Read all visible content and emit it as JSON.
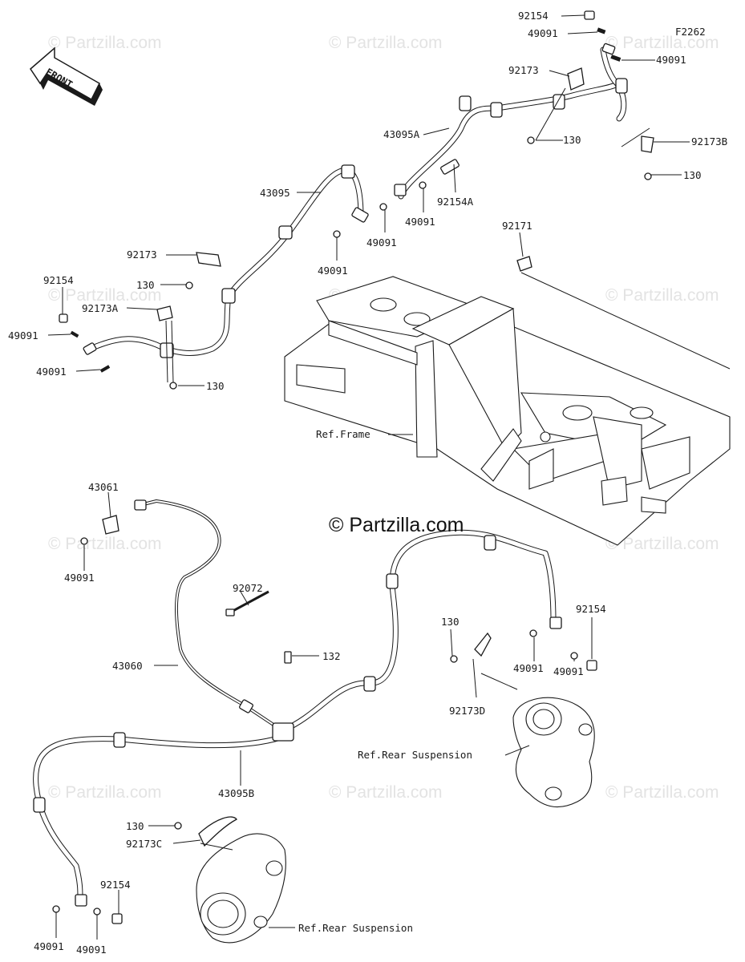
{
  "figure_code": "F2262",
  "front_label": "FRONT",
  "watermark_text": "© Partzilla.com",
  "watermark_center": "© Partzilla.com",
  "refs": {
    "frame": "Ref.Frame",
    "rear_suspension_1": "Ref.Rear Suspension",
    "rear_suspension_2": "Ref.Rear Suspension"
  },
  "callouts": [
    {
      "id": "c01",
      "text": "92154"
    },
    {
      "id": "c02",
      "text": "49091"
    },
    {
      "id": "c03",
      "text": "49091"
    },
    {
      "id": "c04",
      "text": "92173"
    },
    {
      "id": "c05",
      "text": "130"
    },
    {
      "id": "c06",
      "text": "92173B"
    },
    {
      "id": "c07",
      "text": "130"
    },
    {
      "id": "c08",
      "text": "43095A"
    },
    {
      "id": "c09",
      "text": "92154A"
    },
    {
      "id": "c10",
      "text": "49091"
    },
    {
      "id": "c11",
      "text": "49091"
    },
    {
      "id": "c12",
      "text": "43095"
    },
    {
      "id": "c13",
      "text": "49091"
    },
    {
      "id": "c14",
      "text": "92171"
    },
    {
      "id": "c15",
      "text": "92173"
    },
    {
      "id": "c16",
      "text": "130"
    },
    {
      "id": "c17",
      "text": "92154"
    },
    {
      "id": "c18",
      "text": "92173A"
    },
    {
      "id": "c19",
      "text": "49091"
    },
    {
      "id": "c20",
      "text": "49091"
    },
    {
      "id": "c21",
      "text": "130"
    },
    {
      "id": "c22",
      "text": "43061"
    },
    {
      "id": "c23",
      "text": "49091"
    },
    {
      "id": "c24",
      "text": "92072"
    },
    {
      "id": "c25",
      "text": "43060"
    },
    {
      "id": "c26",
      "text": "132"
    },
    {
      "id": "c27",
      "text": "130"
    },
    {
      "id": "c28",
      "text": "92154"
    },
    {
      "id": "c29",
      "text": "49091"
    },
    {
      "id": "c30",
      "text": "49091"
    },
    {
      "id": "c31",
      "text": "92173D"
    },
    {
      "id": "c32",
      "text": "43095B"
    },
    {
      "id": "c33",
      "text": "130"
    },
    {
      "id": "c34",
      "text": "92173C"
    },
    {
      "id": "c35",
      "text": "92154"
    },
    {
      "id": "c36",
      "text": "49091"
    },
    {
      "id": "c37",
      "text": "49091"
    }
  ]
}
